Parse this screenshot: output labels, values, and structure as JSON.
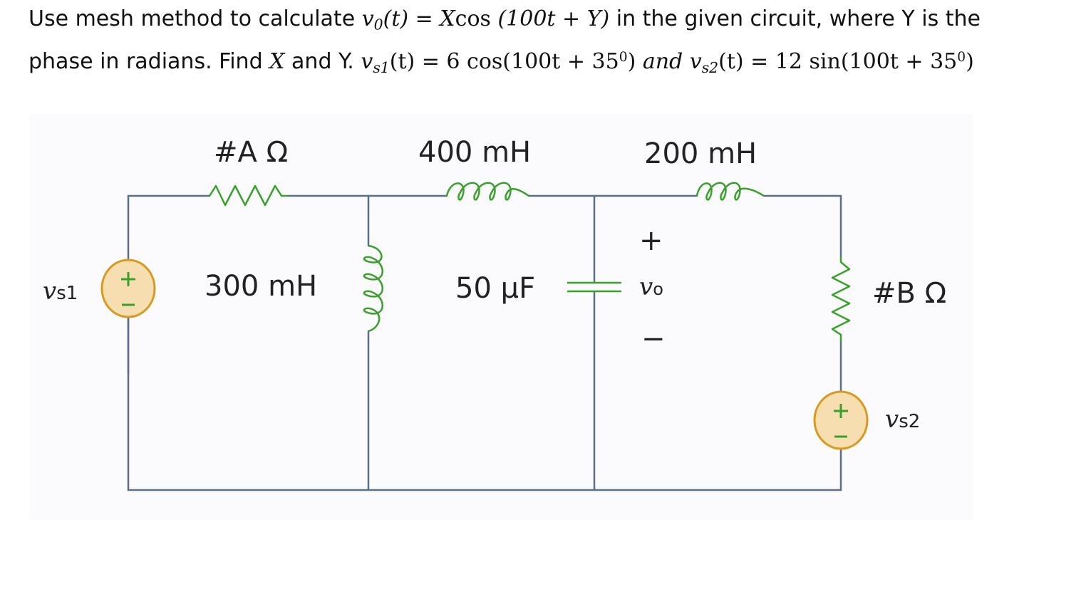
{
  "question": {
    "line1": {
      "lead": "Use mesh method to calculate ",
      "var": "v",
      "sub": "0",
      "fn": "(t) = X",
      "cos": "cos",
      "rest": " (100t + Y)",
      "tail": " in the given circuit, where Y is the"
    },
    "line2": {
      "lead": "phase in radians. Find ",
      "x": "X",
      "mid": " and Y. ",
      "vs1_var": "v",
      "vs1_sub": "s1",
      "vs1_rhs": "(t) = 6 cos(100t + 35",
      "vs1_sup": "0",
      "vs1_close": ")",
      "and": " and ",
      "vs2_var": "v",
      "vs2_sub": "s2",
      "vs2_rhs": "(t) = 12 sin(100t + 35",
      "vs2_sup": "0",
      "vs2_close": ")"
    }
  },
  "circuit": {
    "resistor_a": "#A Ω",
    "inductor_top_mid": "400 mH",
    "inductor_top_right": "200 mH",
    "inductor_shunt": "300 mH",
    "capacitor": "50 μF",
    "vo_plus": "+",
    "vo_var": "v",
    "vo_sub": "o",
    "vo_minus": "−",
    "resistor_b": "#B Ω",
    "source1_var": "v",
    "source1_sub": "s1",
    "source2_var": "v",
    "source2_sub": "s2"
  },
  "colors": {
    "wire": "#5a6f8c",
    "component": "#3aa02c",
    "source_fill": "#f7deb0",
    "source_stroke": "#d79a1e"
  }
}
